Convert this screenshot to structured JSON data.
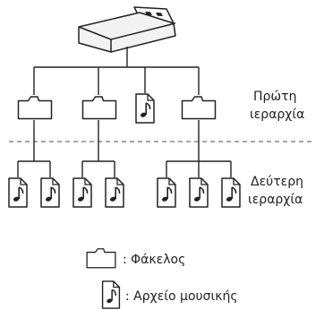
{
  "labels": {
    "first_level": [
      "Πρώτη",
      "ιεραρχία"
    ],
    "second_level": [
      "Δεύτερη",
      "ιεραρχία"
    ]
  },
  "legend": {
    "folder": ": Φάκελος",
    "music_file": ": Αρχείο μουσικής"
  },
  "icons": {
    "root": "usb-drive-icon",
    "folder": "folder-icon",
    "music_file": "music-file-icon"
  },
  "colors": {
    "line": "#222222",
    "divider": "#999999",
    "usb_body": "#f2f2f2"
  }
}
